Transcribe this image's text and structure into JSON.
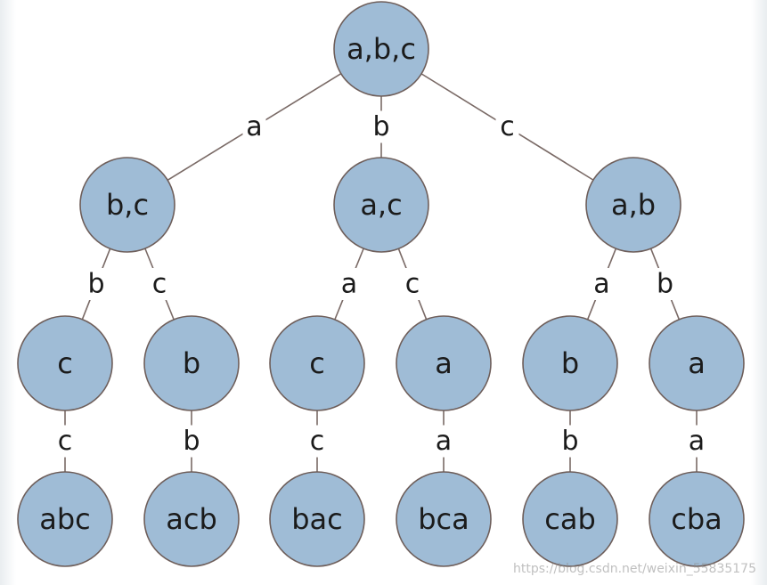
{
  "nodes": [
    {
      "id": "root",
      "label": "a,b,c"
    },
    {
      "id": "l1-a",
      "label": "b,c"
    },
    {
      "id": "l1-b",
      "label": "a,c"
    },
    {
      "id": "l1-c",
      "label": "a,b"
    },
    {
      "id": "l2-1",
      "label": "c"
    },
    {
      "id": "l2-2",
      "label": "b"
    },
    {
      "id": "l2-3",
      "label": "c"
    },
    {
      "id": "l2-4",
      "label": "a"
    },
    {
      "id": "l2-5",
      "label": "b"
    },
    {
      "id": "l2-6",
      "label": "a"
    },
    {
      "id": "leaf-1",
      "label": "abc"
    },
    {
      "id": "leaf-2",
      "label": "acb"
    },
    {
      "id": "leaf-3",
      "label": "bac"
    },
    {
      "id": "leaf-4",
      "label": "bca"
    },
    {
      "id": "leaf-5",
      "label": "cab"
    },
    {
      "id": "leaf-6",
      "label": "cba"
    }
  ],
  "edges": [
    {
      "from": "root",
      "to": "l1-a",
      "label": "a"
    },
    {
      "from": "root",
      "to": "l1-b",
      "label": "b"
    },
    {
      "from": "root",
      "to": "l1-c",
      "label": "c"
    },
    {
      "from": "l1-a",
      "to": "l2-1",
      "label": "b"
    },
    {
      "from": "l1-a",
      "to": "l2-2",
      "label": "c"
    },
    {
      "from": "l1-b",
      "to": "l2-3",
      "label": "a"
    },
    {
      "from": "l1-b",
      "to": "l2-4",
      "label": "c"
    },
    {
      "from": "l1-c",
      "to": "l2-5",
      "label": "a"
    },
    {
      "from": "l1-c",
      "to": "l2-6",
      "label": "b"
    },
    {
      "from": "l2-1",
      "to": "leaf-1",
      "label": "c"
    },
    {
      "from": "l2-2",
      "to": "leaf-2",
      "label": "b"
    },
    {
      "from": "l2-3",
      "to": "leaf-3",
      "label": "c"
    },
    {
      "from": "l2-4",
      "to": "leaf-4",
      "label": "a"
    },
    {
      "from": "l2-5",
      "to": "leaf-5",
      "label": "b"
    },
    {
      "from": "l2-6",
      "to": "leaf-6",
      "label": "a"
    }
  ],
  "watermark": "https://blog.csdn.net/weixin_55835175",
  "colors": {
    "node_fill": "#9fbcd6",
    "node_stroke": "#6e5e5a",
    "edge": "#7a6a66",
    "text": "#1b1b1b"
  }
}
